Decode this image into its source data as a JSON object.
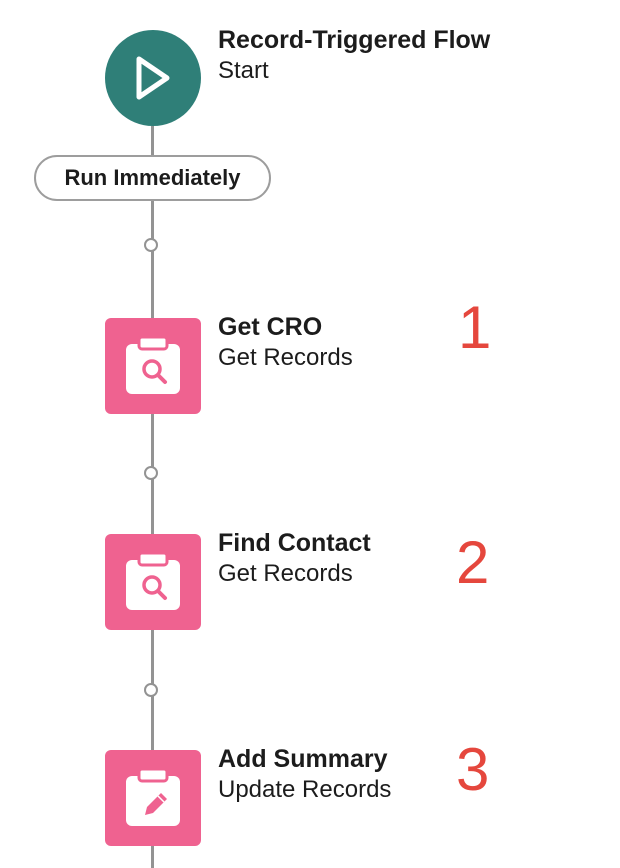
{
  "start": {
    "title": "Record-Triggered Flow",
    "subtitle": "Start",
    "icon": "play-icon",
    "color": "#2f7f78"
  },
  "run_pill": {
    "label": "Run Immediately"
  },
  "elements": [
    {
      "title": "Get CRO",
      "subtitle": "Get Records",
      "icon": "get-records-icon",
      "number": "1"
    },
    {
      "title": "Find Contact",
      "subtitle": "Get Records",
      "icon": "get-records-icon",
      "number": "2"
    },
    {
      "title": "Add Summary",
      "subtitle": "Update Records",
      "icon": "update-records-icon",
      "number": "3"
    }
  ],
  "colors": {
    "element_tile": "#ef6290",
    "connector": "#939393",
    "step_number": "#e5473d"
  }
}
